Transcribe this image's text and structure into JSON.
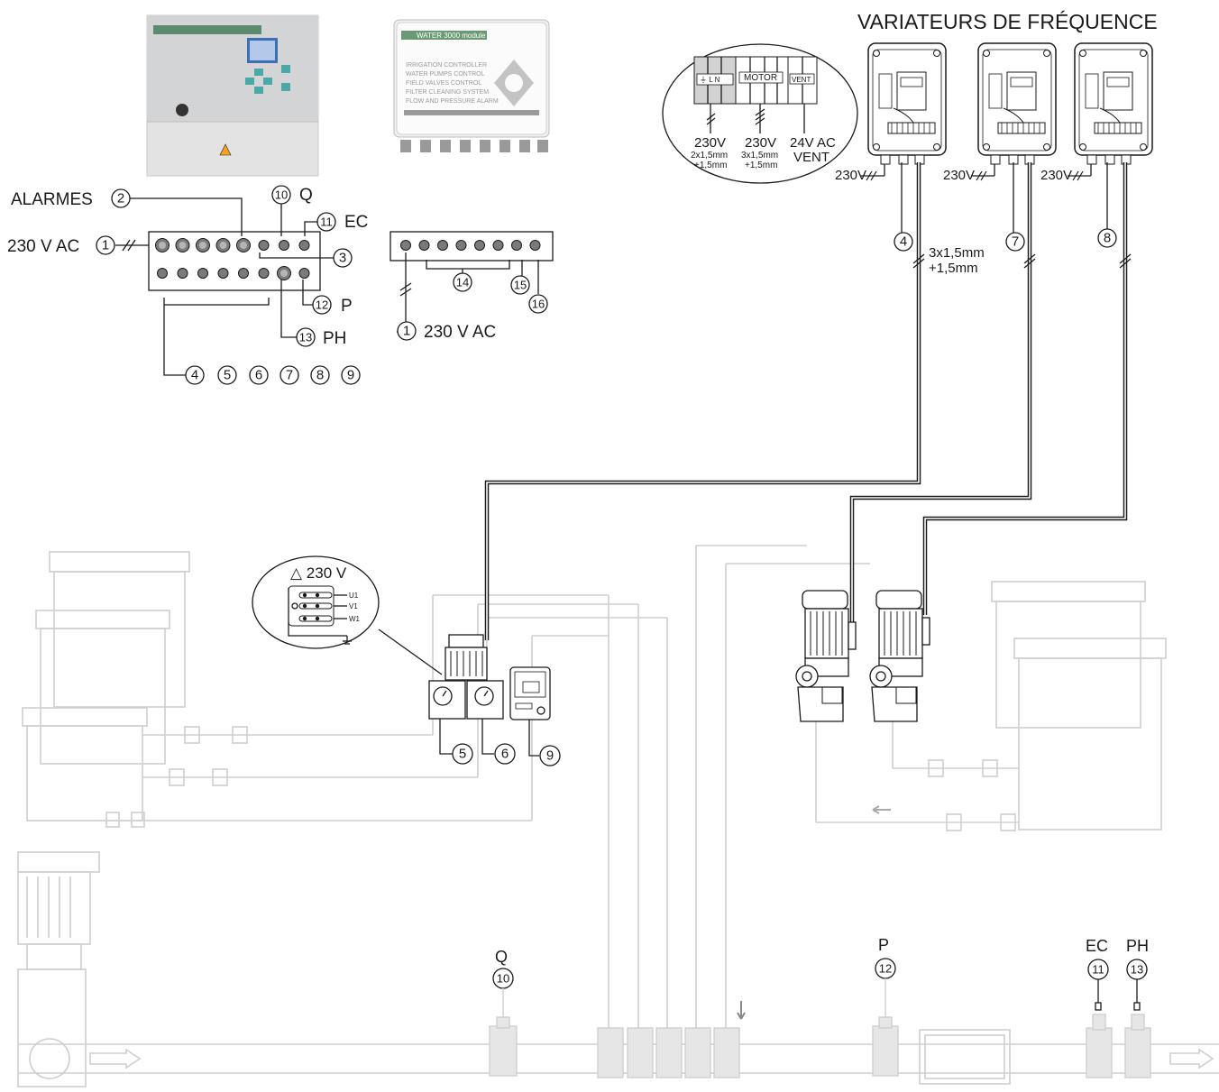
{
  "title": "VARIATEURS DE FRÉQUENCE",
  "controller_left": {
    "power": "230 V AC",
    "alarms": "ALARMES",
    "q": "Q",
    "ec": "EC",
    "p": "P",
    "ph": "PH",
    "n1": "1",
    "n2": "2",
    "n3": "3",
    "n4": "4",
    "n5": "5",
    "n6": "6",
    "n7": "7",
    "n8": "8",
    "n9": "9",
    "n10": "10",
    "n11": "11",
    "n12": "12",
    "n13": "13"
  },
  "controller_right": {
    "panel_title": "WATER 3000 module",
    "panel_lines": [
      "IRRIGATION CONTROLLER",
      "WATER PUMPS CONTROL",
      "FIELD VALVES CONTROL",
      "FILTER CLEANING SYSTEM",
      "FLOW AND PRESSURE ALARM"
    ],
    "power": "230 V AC",
    "n1": "1",
    "n14": "14",
    "n15": "15",
    "n16": "16"
  },
  "inset_vfd": {
    "block_l": "⏚ L N",
    "block_motor": "MOTOR",
    "block_vent": "VENT",
    "v1": "230V",
    "v1_sub1": "2x1,5mm",
    "v1_sub2": "+1,5mm",
    "v2": "230V",
    "v2_sub1": "3x1,5mm",
    "v2_sub2": "+1,5mm",
    "v3": "24V AC",
    "v3_sub": "VENT"
  },
  "vfd": {
    "supply": "230V",
    "cable1": "3x1,5mm",
    "cable2": "+1,5mm",
    "n4": "4",
    "n7": "7",
    "n8": "8"
  },
  "motor_inset": {
    "label": "△ 230 V",
    "u": "U1",
    "v": "V1",
    "w": "W1"
  },
  "pump_numbers": {
    "n5": "5",
    "n6": "6",
    "n9": "9"
  },
  "sensors": {
    "q": "Q",
    "q_num": "10",
    "p": "P",
    "p_num": "12",
    "ec": "EC",
    "ec_num": "11",
    "ph": "PH",
    "ph_num": "13"
  }
}
